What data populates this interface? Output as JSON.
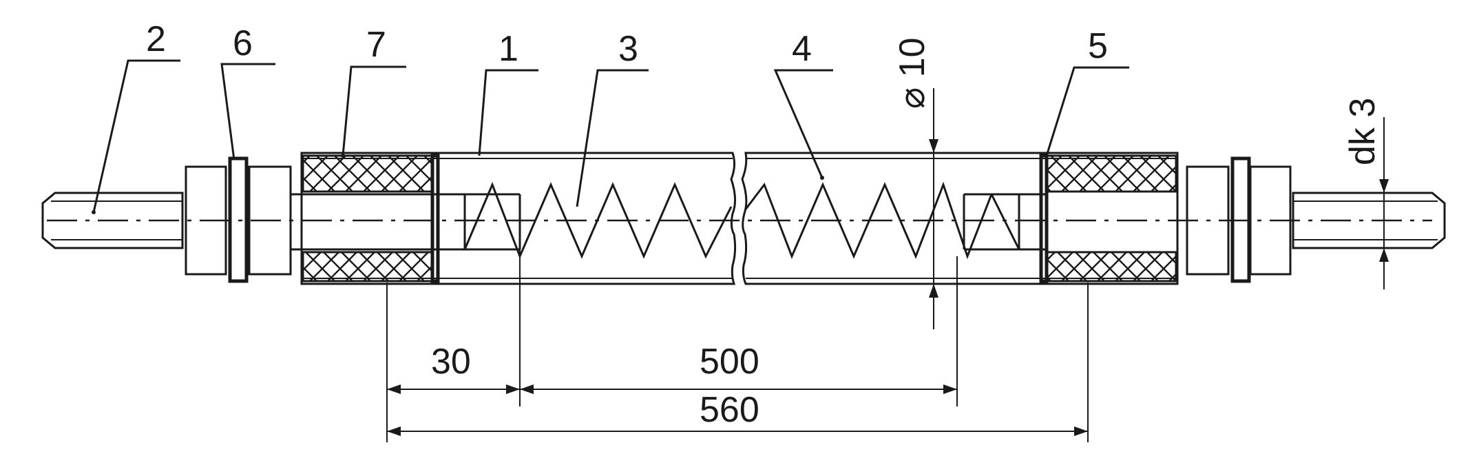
{
  "parts": [
    {
      "id": "part-2",
      "text": "2"
    },
    {
      "id": "part-6",
      "text": "6"
    },
    {
      "id": "part-7",
      "text": "7"
    },
    {
      "id": "part-1",
      "text": "1"
    },
    {
      "id": "part-3",
      "text": "3"
    },
    {
      "id": "part-4",
      "text": "4"
    },
    {
      "id": "part-5",
      "text": "5"
    }
  ],
  "dimensions": {
    "tube_diameter": "⌀ 10",
    "rod_diameter": "dk 3",
    "offset": "30",
    "spring_length": "500",
    "overall_length": "560"
  }
}
